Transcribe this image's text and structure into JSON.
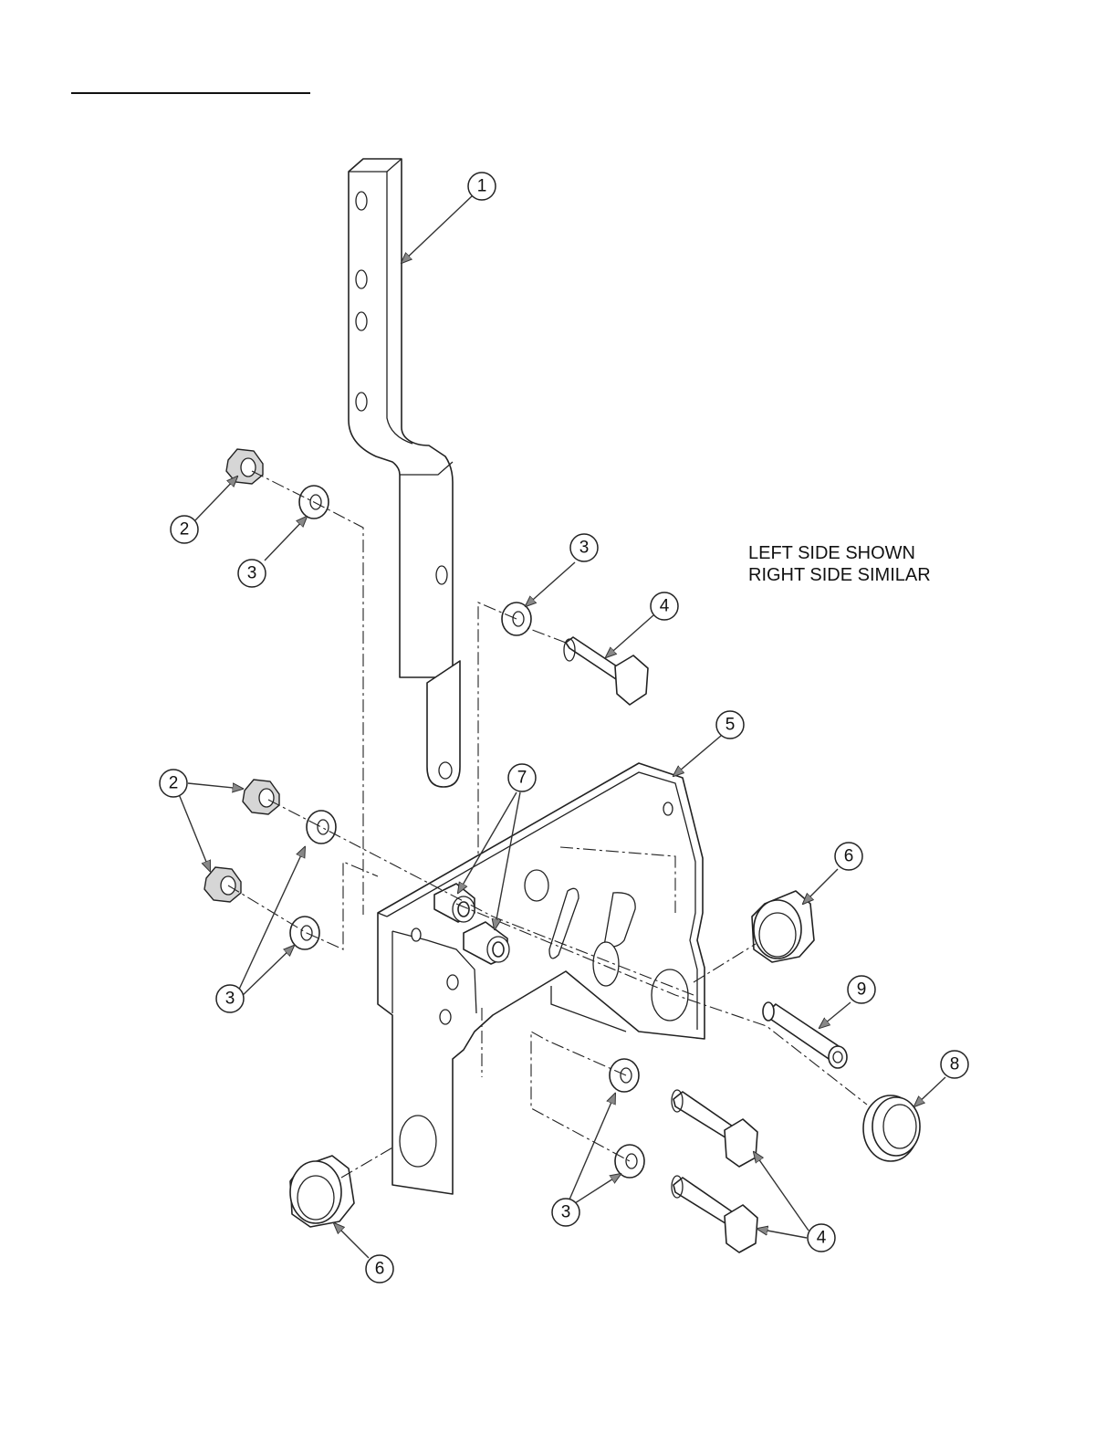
{
  "note": {
    "line1": "LEFT SIDE SHOWN",
    "line2": "RIGHT SIDE SIMILAR"
  },
  "callouts": [
    "1",
    "2",
    "3",
    "3",
    "3",
    "4",
    "5",
    "7",
    "6",
    "2",
    "9",
    "3",
    "8",
    "3",
    "4",
    "6"
  ],
  "icons": [
    "arrow-leader",
    "hex-nut",
    "flat-washer",
    "hex-bolt",
    "bushing",
    "spacer"
  ]
}
